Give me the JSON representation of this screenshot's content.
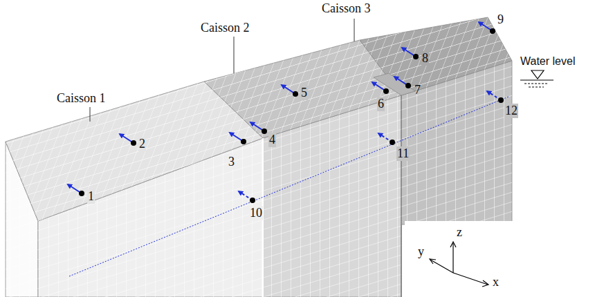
{
  "diagram": {
    "labels": [
      "Caisson 3",
      "Caisson 2",
      "Caisson 1",
      "9",
      "Water level",
      "8",
      "5",
      "7",
      "6",
      "12",
      "4",
      "2",
      "3",
      "11",
      "1",
      "10",
      "y",
      "z",
      "x"
    ]
  }
}
